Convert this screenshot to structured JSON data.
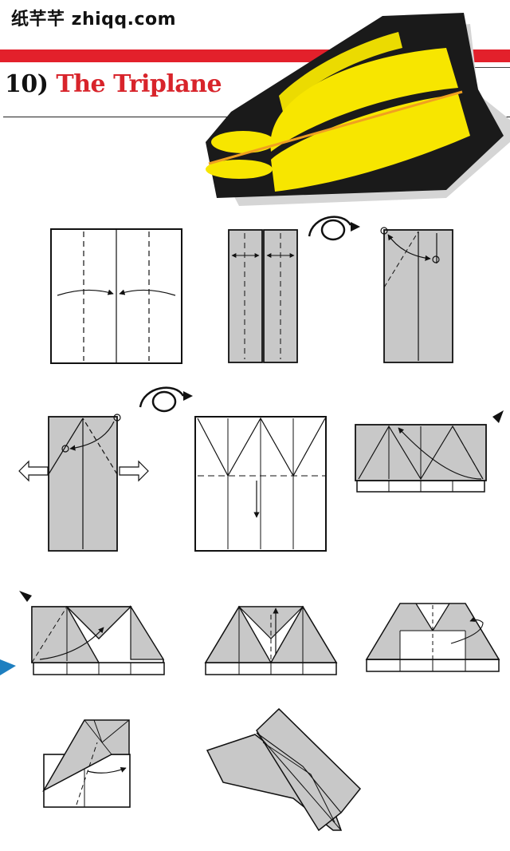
{
  "header": {
    "site_mark": "纸芊芊 zhiqq.com",
    "step_number": "10)",
    "title": "The Triplane"
  },
  "colors": {
    "brand_red": "#e3202b",
    "title_red": "#d8242b",
    "plane_yellow": "#f7e600",
    "plane_black": "#1a1a1a",
    "paper_grey": "#c8c8c8",
    "accent_blue": "#1e7fc0"
  },
  "steps": [
    {
      "icon": "fold-center-icon"
    },
    {
      "icon": "fold-halves-icon"
    },
    {
      "icon": "corner-to-line-icon"
    },
    {
      "icon": "unfold-spread-icon"
    },
    {
      "icon": "crease-pattern-icon"
    },
    {
      "icon": "fold-up-icon"
    },
    {
      "icon": "triangle-fold-icon"
    },
    {
      "icon": "pleat-fold-icon"
    },
    {
      "icon": "fold-back-icon"
    },
    {
      "icon": "fold-half-icon"
    },
    {
      "icon": "finished-plane-icon"
    }
  ],
  "symbols": [
    "turn-over-icon",
    "turn-over-icon",
    "mark-arrow-icon",
    "mark-arrow-icon"
  ]
}
